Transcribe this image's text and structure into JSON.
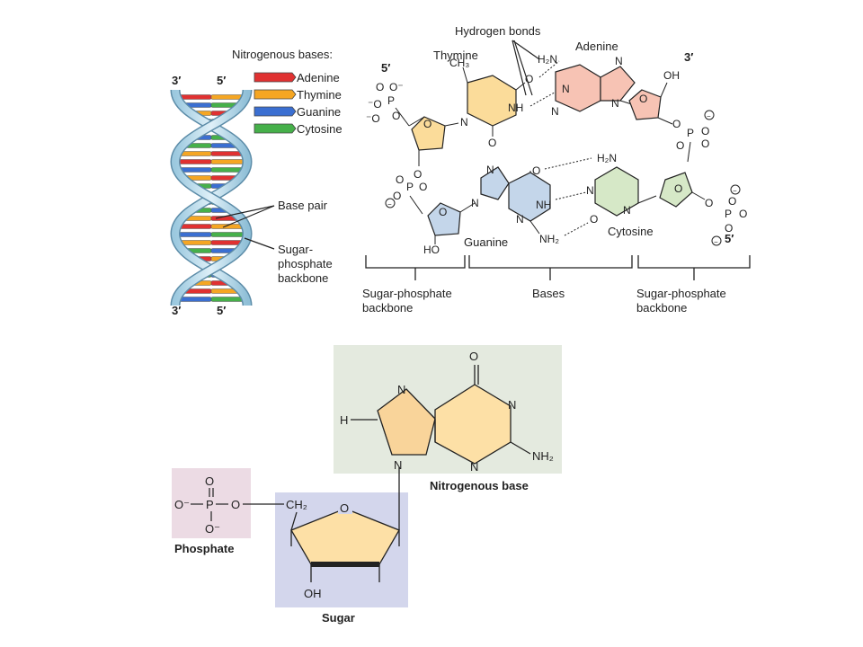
{
  "helix": {
    "top_left": "3′",
    "top_right": "5′",
    "bottom_left": "3′",
    "bottom_right": "5′",
    "legend_title": "Nitrogenous bases:",
    "legend": [
      {
        "label": "Adenine",
        "color": "#e03131"
      },
      {
        "label": "Thymine",
        "color": "#f5a623"
      },
      {
        "label": "Guanine",
        "color": "#3b6fd1"
      },
      {
        "label": "Cytosine",
        "color": "#46b04a"
      }
    ],
    "base_pair_label": "Base pair",
    "backbone_label": [
      "Sugar-",
      "phosphate",
      "backbone"
    ]
  },
  "pairs": {
    "hydrogen_bonds": "Hydrogen bonds",
    "thymine": "Thymine",
    "adenine": "Adenine",
    "guanine": "Guanine",
    "cytosine": "Cytosine",
    "end_5_top": "5′",
    "end_3_top": "3′",
    "end_5_bottom": "5′",
    "brace_left": [
      "Sugar-phosphate",
      "backbone"
    ],
    "brace_mid": "Bases",
    "brace_right": [
      "Sugar-phosphate",
      "backbone"
    ]
  },
  "nucleotide": {
    "phosphate": "Phosphate",
    "sugar": "Sugar",
    "base": "Nitrogenous base"
  },
  "colors": {
    "adenine": "#f7c3b4",
    "thymine": "#fbdc9a",
    "guanine": "#c4d6ea",
    "cytosine": "#d6e8c7",
    "sugar_fill": "#fde0a6",
    "phosphate_box": "#ecdbe4",
    "sugar_box": "#d3d6ec",
    "base_box": "#e4eadf"
  }
}
